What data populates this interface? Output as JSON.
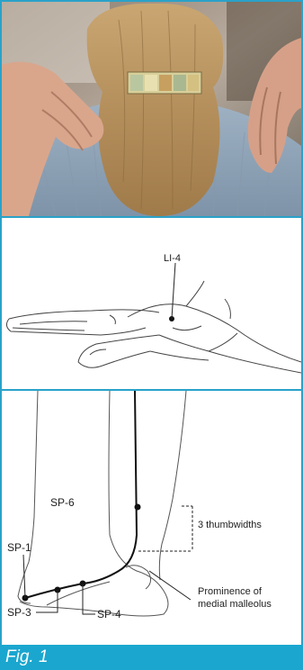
{
  "panels": {
    "photo": {
      "subject": "back of head with ponytail and hair clip, hands on shoulders"
    },
    "hand": {
      "labels": {
        "li4": "LI-4"
      }
    },
    "foot": {
      "labels": {
        "sp6": "SP-6",
        "sp1": "SP-1",
        "sp3": "SP-3",
        "sp4": "SP-4",
        "thumbwidths": "3 thumbwidths",
        "prominence_line1": "Prominence of",
        "prominence_line2": "medial malleolus"
      }
    }
  },
  "caption": "Fig. 1",
  "colors": {
    "accent": "#2aa2c9",
    "caption_bg": "#1aa6cf"
  }
}
